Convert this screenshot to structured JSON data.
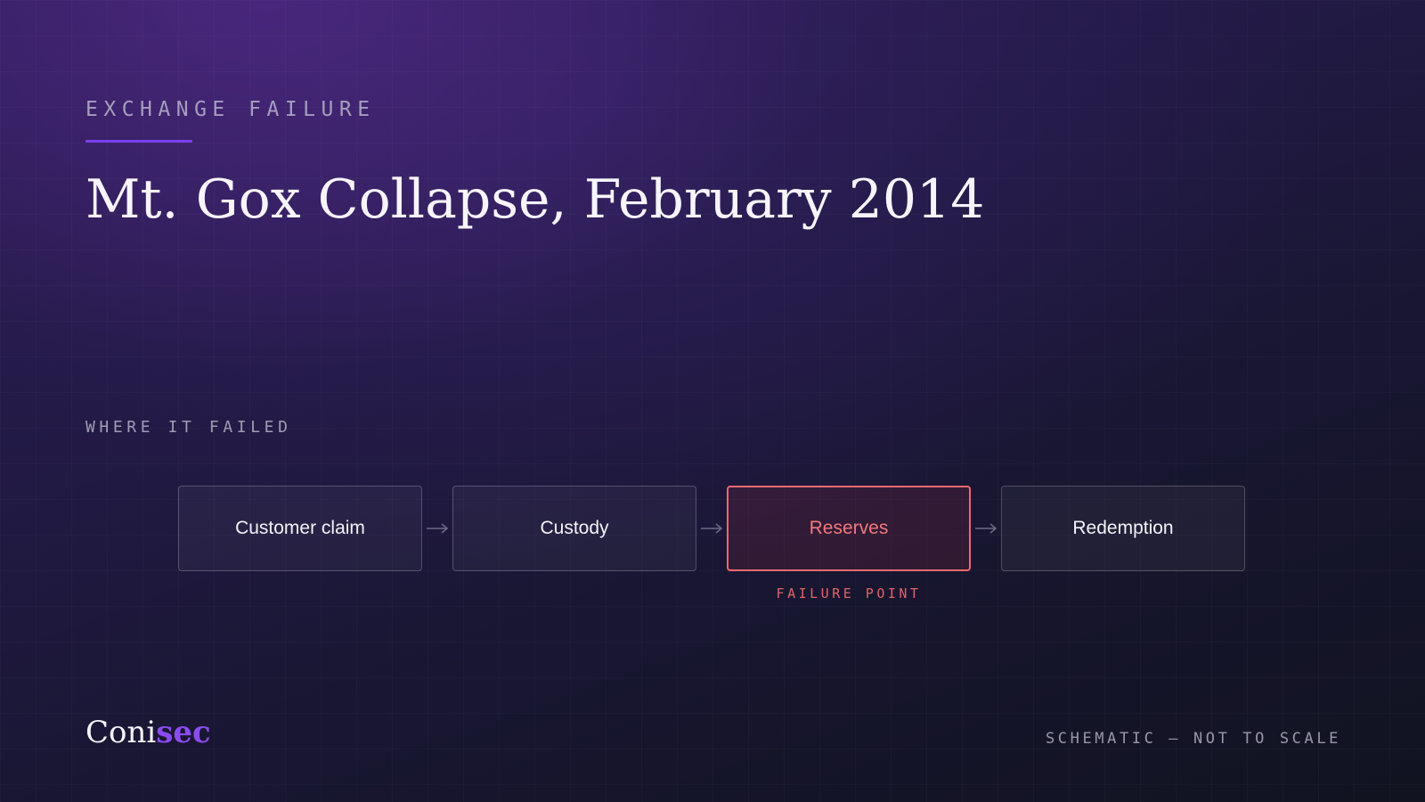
{
  "header": {
    "eyebrow": "EXCHANGE FAILURE",
    "title": "Mt. Gox Collapse, February 2014"
  },
  "diagram": {
    "section_label": "WHERE IT FAILED",
    "nodes": [
      {
        "label": "Customer claim",
        "status": "normal"
      },
      {
        "label": "Custody",
        "status": "normal"
      },
      {
        "label": "Reserves",
        "status": "failed"
      },
      {
        "label": "Redemption",
        "status": "normal"
      }
    ],
    "failure_label": "FAILURE POINT"
  },
  "footer": {
    "brand_part1": "Coni",
    "brand_part2": "sec",
    "note": "SCHEMATIC — NOT TO SCALE"
  },
  "colors": {
    "accent": "#7a3ff0",
    "failure": "#ea6a6f",
    "brand_accent": "#8a4cf0"
  },
  "icons": {
    "connector": "arrow-right-icon"
  }
}
